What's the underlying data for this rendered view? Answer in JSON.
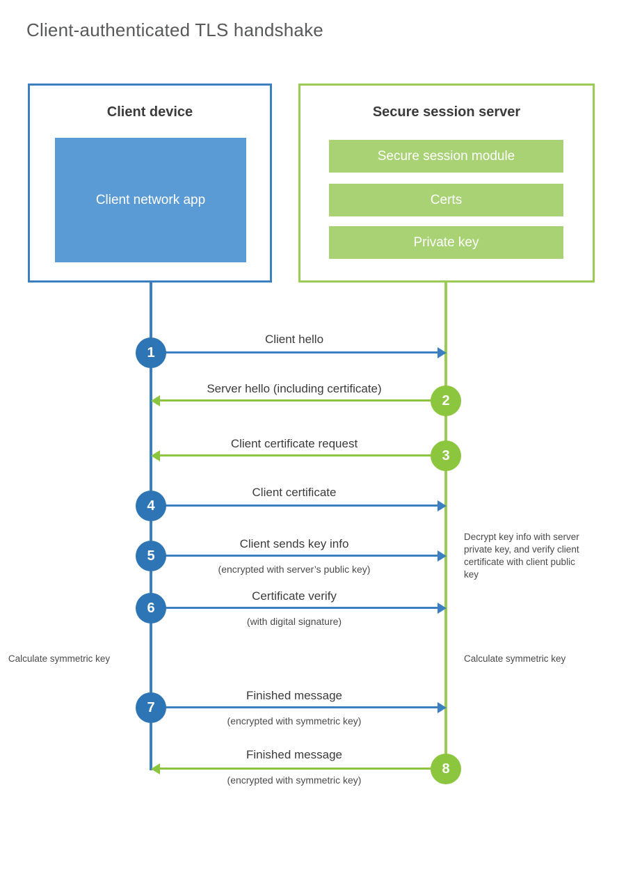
{
  "title": "Client-authenticated TLS handshake",
  "colors": {
    "client_accent": "#3c7fc1",
    "client_fill": "#5b9bd5",
    "client_circle": "#2e75b6",
    "server_accent": "#9acb52",
    "server_fill": "#a9d275",
    "server_circle": "#8cc63f",
    "text": "#3b3b3b",
    "title": "#58595b",
    "background": "#ffffff"
  },
  "client": {
    "title": "Client device",
    "app_label": "Client network app"
  },
  "server": {
    "title": "Secure session server",
    "bars": [
      {
        "label": "Secure session module"
      },
      {
        "label": "Certs"
      },
      {
        "label": "Private key"
      }
    ]
  },
  "steps": [
    {
      "number": "1",
      "label": "Client hello",
      "sublabel": "",
      "direction": "to-server"
    },
    {
      "number": "2",
      "label": "Server hello (including certificate)",
      "sublabel": "",
      "direction": "to-client"
    },
    {
      "number": "3",
      "label": "Client certificate request",
      "sublabel": "",
      "direction": "to-client"
    },
    {
      "number": "4",
      "label": "Client certificate",
      "sublabel": "",
      "direction": "to-server"
    },
    {
      "number": "5",
      "label": "Client sends key info",
      "sublabel": "(encrypted with server’s public key)",
      "direction": "to-server"
    },
    {
      "number": "6",
      "label": "Certificate verify",
      "sublabel": "(with digital signature)",
      "direction": "to-server"
    },
    {
      "number": "7",
      "label": "Finished message",
      "sublabel": "(encrypted with symmetric key)",
      "direction": "to-server"
    },
    {
      "number": "8",
      "label": "Finished message",
      "sublabel": "(encrypted with symmetric key)",
      "direction": "to-client"
    }
  ],
  "notes": {
    "server_decrypt": "Decrypt key info with server private key, and verify client certificate with client public key",
    "client_calc": "Calculate symmetric key",
    "server_calc": "Calculate symmetric key"
  }
}
